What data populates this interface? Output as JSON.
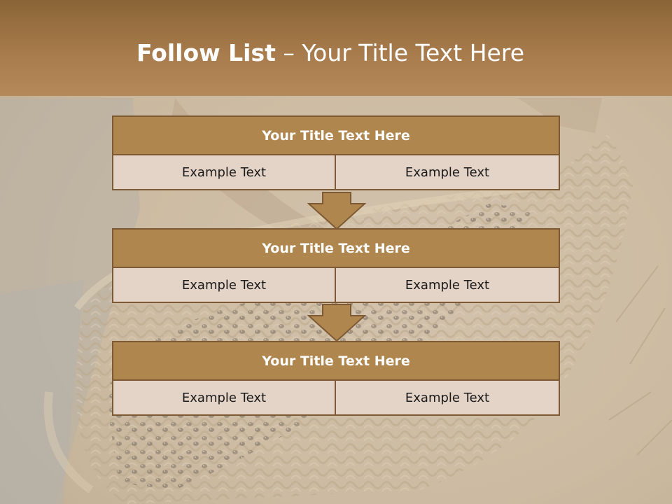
{
  "title": {
    "main": "Follow List",
    "separator": " – ",
    "sub": "Your Title Text Here"
  },
  "blocks": [
    {
      "title": "Your Title Text Here",
      "left": "Example Text",
      "right": "Example Text"
    },
    {
      "title": "Your Title Text Here",
      "left": "Example Text",
      "right": "Example Text"
    },
    {
      "title": "Your Title Text Here",
      "left": "Example Text",
      "right": "Example Text"
    }
  ],
  "colors": {
    "header": "#a77b4c",
    "block_title": "#b0864f",
    "block_cell": "#e4d3c7",
    "border": "#7d5a34"
  },
  "icons": [
    "down-arrow-icon",
    "down-arrow-icon"
  ]
}
